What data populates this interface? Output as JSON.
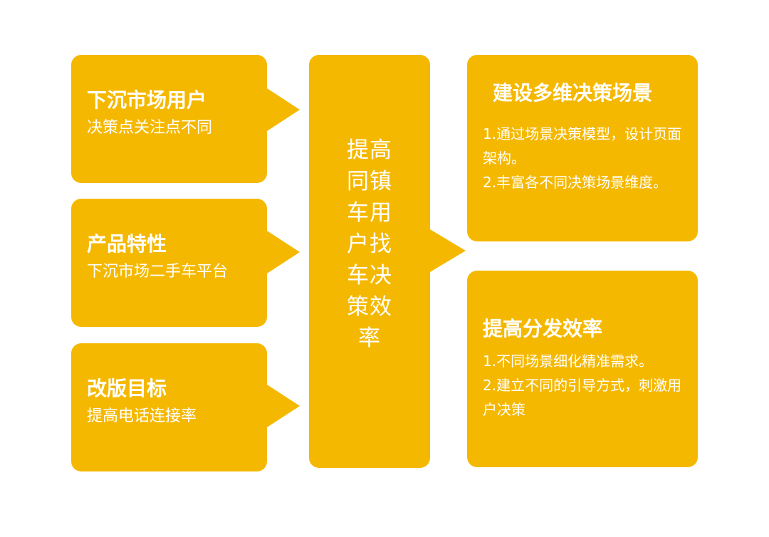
{
  "diagram": {
    "left_boxes": [
      {
        "title": "下沉市场用户",
        "subtitle": "决策点关注点不同"
      },
      {
        "title": "产品特性",
        "subtitle": "下沉市场二手车平台"
      },
      {
        "title": "改版目标",
        "subtitle": "提高电话连接率"
      }
    ],
    "center": {
      "text": "提高同镇车用户找车决策效率"
    },
    "right_boxes": [
      {
        "title": "建设多维决策场景",
        "items": [
          "1.通过场景决策模型，设计页面架构。",
          "2.丰富各不同决策场景维度。"
        ]
      },
      {
        "title": "提高分发效率",
        "items": [
          "1.不同场景细化精准需求。",
          "2.建立不同的引导方式，刺激用户决策"
        ]
      }
    ],
    "colors": {
      "box_fill": "#F5B800",
      "text": "#FFFFFF",
      "background": "#FFFFFF"
    }
  }
}
